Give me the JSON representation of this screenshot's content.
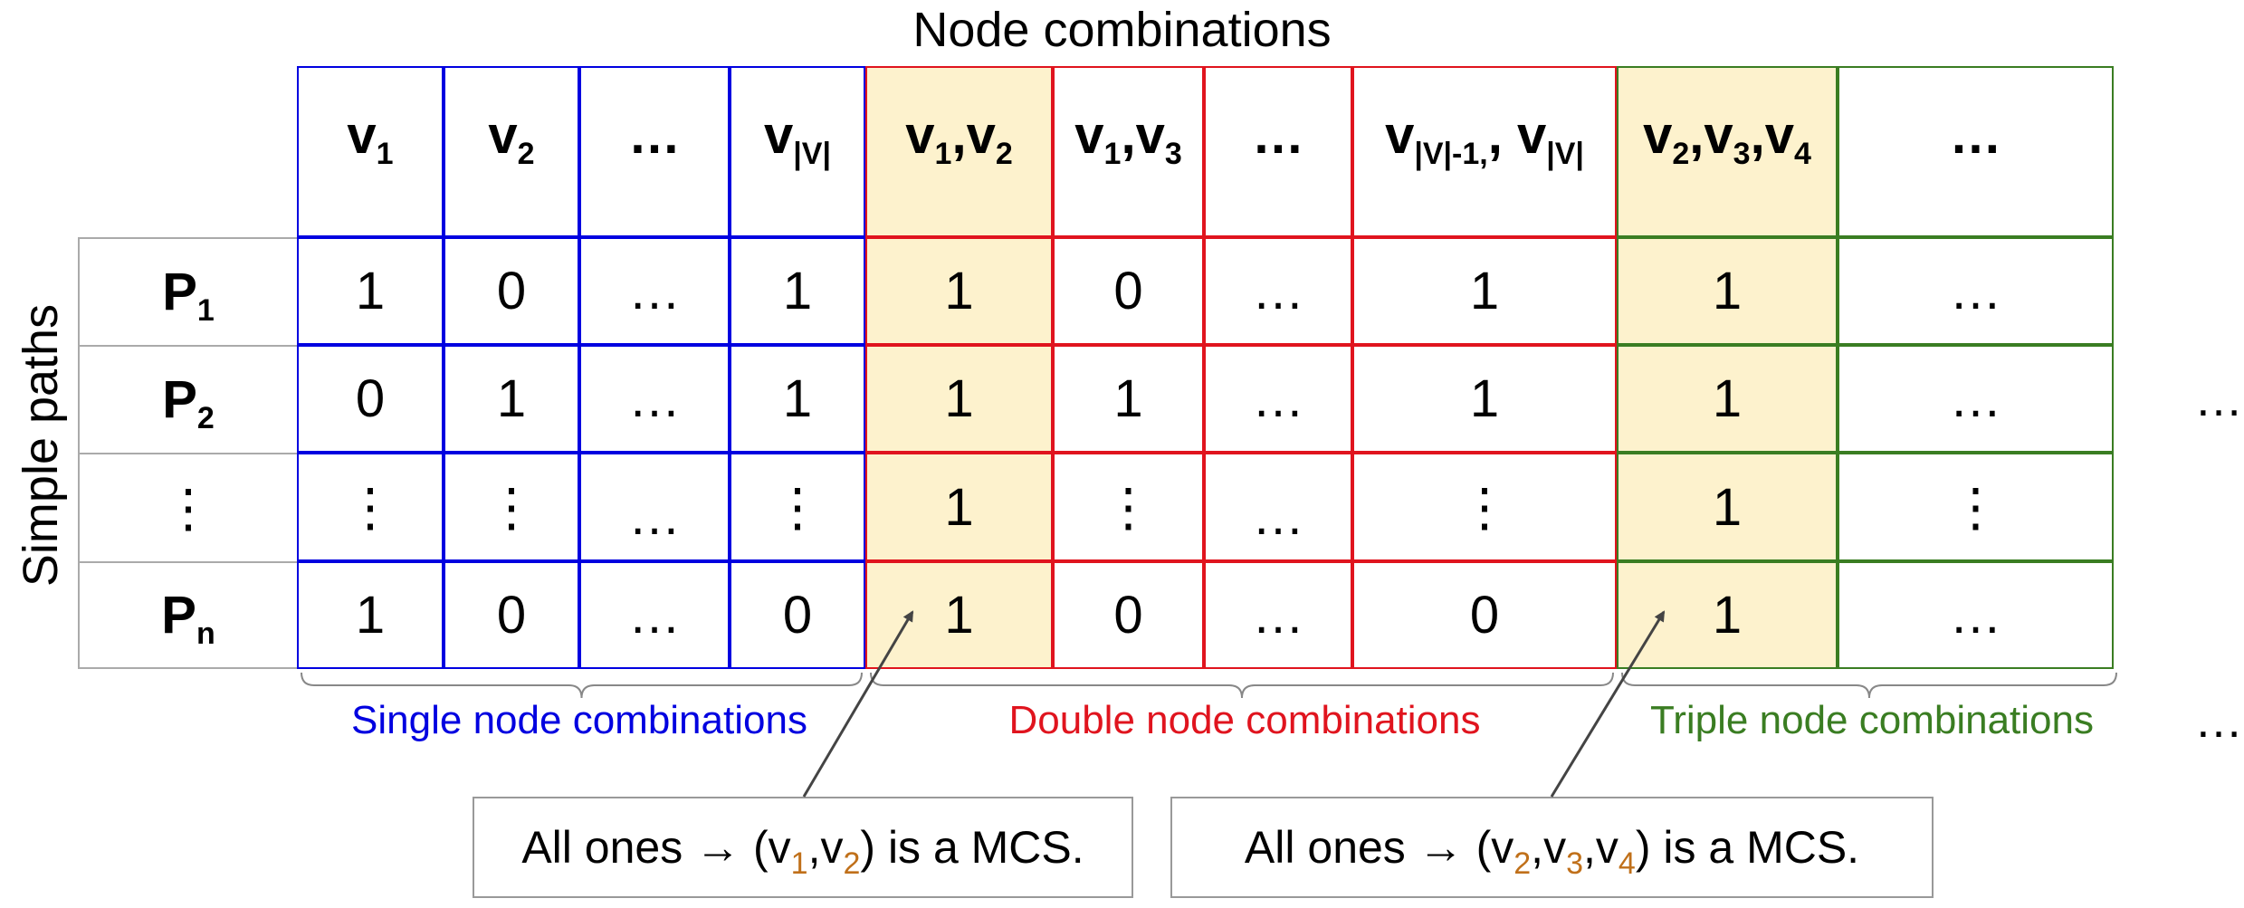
{
  "title": "Node combinations",
  "ylabel": "Simple paths",
  "colors": {
    "single": "#0000e0",
    "double": "#e0141e",
    "triple": "#3a7d22",
    "highlight": "#fdf2cd",
    "grid": "#aaaaaa",
    "arrow": "#444444"
  },
  "columns": [
    {
      "group": "single",
      "label": "v",
      "sub": [
        "1"
      ]
    },
    {
      "group": "single",
      "label": "v",
      "sub": [
        "2"
      ]
    },
    {
      "group": "single",
      "label": "…",
      "sub": []
    },
    {
      "group": "single",
      "label": "v",
      "sub": [
        "|V|"
      ]
    },
    {
      "group": "double",
      "label": "v,v",
      "sub": [
        "1",
        "2"
      ],
      "highlight": true
    },
    {
      "group": "double",
      "label": "v,v",
      "sub": [
        "1",
        "3"
      ]
    },
    {
      "group": "double",
      "label": "…",
      "sub": []
    },
    {
      "group": "double",
      "label": "v, v",
      "sub": [
        "|V|-1,",
        "|V|"
      ]
    },
    {
      "group": "triple",
      "label": "v,v,v",
      "sub": [
        "2",
        "3",
        "4"
      ],
      "highlight": true
    },
    {
      "group": "triple",
      "label": "…",
      "sub": []
    }
  ],
  "rows": [
    {
      "label": "P",
      "sub": "1",
      "cells": [
        "1",
        "0",
        "…",
        "1",
        "1",
        "0",
        "…",
        "1",
        "1",
        "…"
      ]
    },
    {
      "label": "P",
      "sub": "2",
      "cells": [
        "0",
        "1",
        "…",
        "1",
        "1",
        "1",
        "…",
        "1",
        "1",
        "…"
      ]
    },
    {
      "label": "⋮",
      "sub": "",
      "cells": [
        "⋮",
        "⋮",
        "…",
        "⋮",
        "1",
        "⋮",
        "…",
        "⋮",
        "1",
        "⋮"
      ]
    },
    {
      "label": "P",
      "sub": "n",
      "cells": [
        "1",
        "0",
        "…",
        "0",
        "1",
        "0",
        "…",
        "0",
        "1",
        "…"
      ]
    }
  ],
  "groups": {
    "single": "Single node combinations",
    "double": "Double node combinations",
    "triple": "Triple node combinations"
  },
  "outer_ellipsis": "…",
  "callouts": [
    {
      "prefix": "All ones → (",
      "parts": [
        "v",
        "1",
        ",v",
        "2"
      ],
      "suffix": ") is a MCS."
    },
    {
      "prefix": "All ones → (",
      "parts": [
        "v",
        "2",
        ",v",
        "3",
        ",v",
        "4"
      ],
      "suffix": ") is a MCS."
    }
  ]
}
